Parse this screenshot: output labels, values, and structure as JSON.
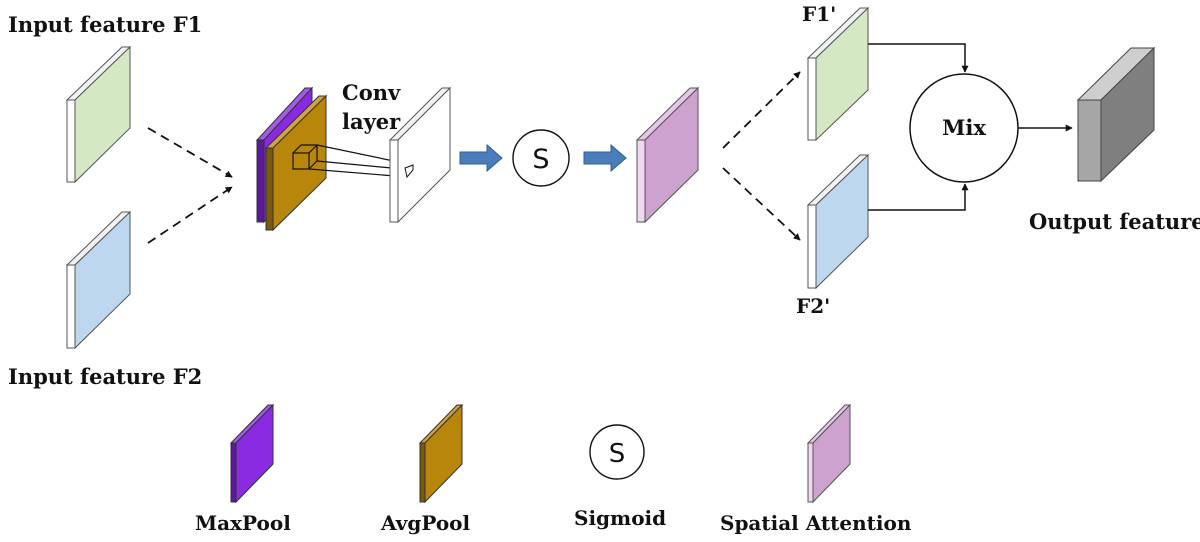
{
  "labels": {
    "input_f1": "Input feature F1",
    "input_f2": "Input feature F2",
    "conv_line1": "Conv",
    "conv_line2": "layer",
    "f1_prime": "F1'",
    "f2_prime": "F2'",
    "mix": "Mix",
    "output": "Output feature",
    "sigmoid_symbol": "S"
  },
  "legend": {
    "maxpool": "MaxPool",
    "avgpool": "AvgPool",
    "sigmoid": "Sigmoid",
    "spatial_attention": "Spatial Attention",
    "sigmoid_symbol": "S"
  },
  "colors": {
    "green": "#d5e8c4",
    "blue": "#bdd7ee",
    "purple": "#8a2be2",
    "gold": "#b8860b",
    "pink": "#cda2cf",
    "gray": "#7f7f7f",
    "arrow_blue": "#4a7ebb"
  }
}
